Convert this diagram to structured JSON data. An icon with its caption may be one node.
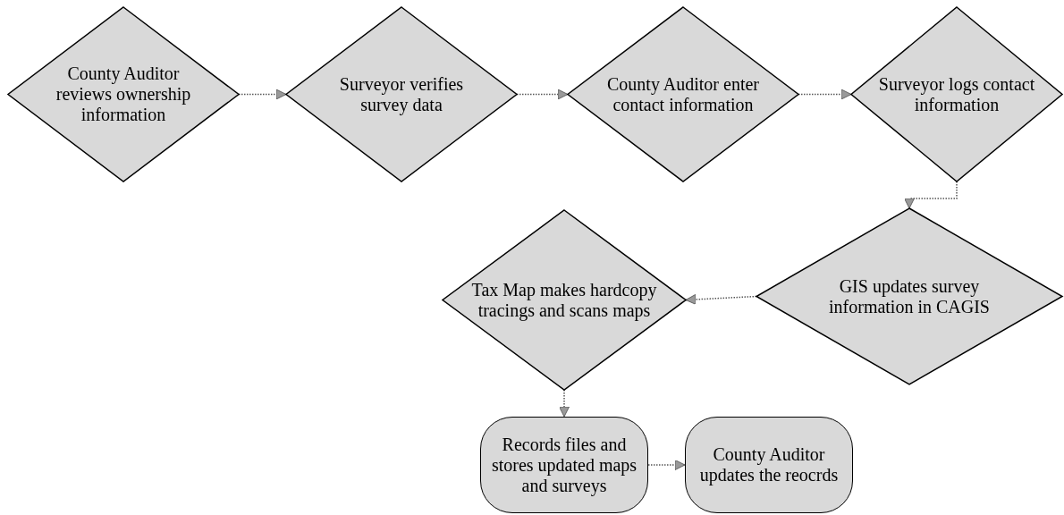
{
  "diagram": {
    "nodes": [
      {
        "text": [
          "County Auditor reviews ownership information"
        ]
      },
      {
        "text": [
          "Surveyor verifies survey data"
        ]
      },
      {
        "text": [
          "County Auditor enter contact information"
        ]
      },
      {
        "text": [
          "Surveyor logs contact information"
        ]
      },
      {
        "text": [
          "GIS updates survey information in CAGIS"
        ]
      },
      {
        "text": [
          "Tax Map makes hardcopy tracings and scans maps"
        ]
      },
      {
        "text": [
          "Records files and stores updated maps and surveys"
        ]
      },
      {
        "text": [
          "County Auditor updates the reocrds"
        ]
      }
    ],
    "edges": [
      {
        "from": 0,
        "to": 1,
        "arrow": "to"
      },
      {
        "from": 1,
        "to": 2,
        "arrow": "to"
      },
      {
        "from": 2,
        "to": 3,
        "arrow": "to"
      },
      {
        "from": 3,
        "to": 4,
        "arrow": "to"
      },
      {
        "from": 4,
        "to": 5,
        "arrow": "to"
      },
      {
        "from": 5,
        "to": 6,
        "arrow": "to"
      },
      {
        "from": 6,
        "to": 7,
        "arrow": "to"
      }
    ]
  }
}
